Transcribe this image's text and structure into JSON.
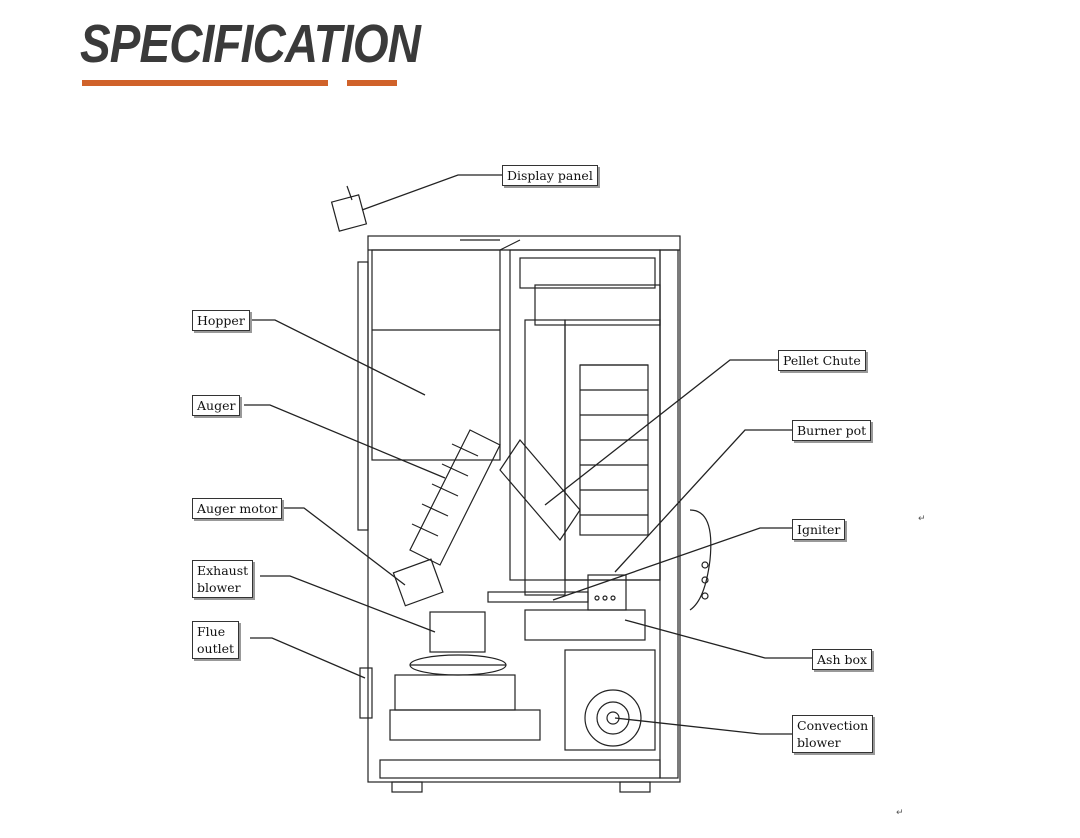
{
  "header": {
    "title": "SPECIFICATION"
  },
  "colors": {
    "title": "#3a3a3a",
    "accent": "#d0622a",
    "line": "#222222"
  },
  "labels": {
    "display_panel": "Display panel",
    "hopper": "Hopper",
    "auger": "Auger",
    "auger_motor": "Auger motor",
    "exhaust_blower_1": "Exhaust",
    "exhaust_blower_2": "blower",
    "flue_outlet_1": "Flue",
    "flue_outlet_2": "outlet",
    "pellet_chute": "Pellet Chute",
    "burner_pot": "Burner pot",
    "igniter": "Igniter",
    "ash_box": "Ash box",
    "convection_blower_1": "Convection",
    "convection_blower_2": "blower"
  },
  "marks": {
    "mark_1": "↵",
    "mark_2": "↵"
  }
}
